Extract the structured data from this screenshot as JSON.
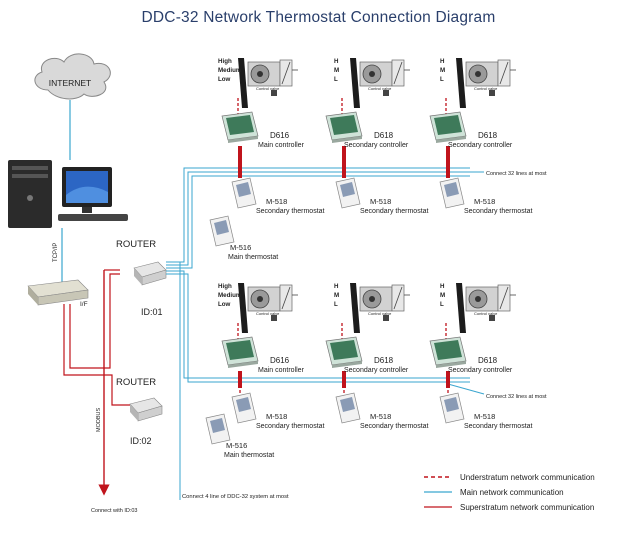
{
  "title": "DDC-32  Network Thermostat Connection Diagram",
  "internet": "INTERNET",
  "labels": {
    "tcpip": "TCP/IP",
    "iif": "I/F",
    "modbus": "MODBUS",
    "router1": "ROUTER",
    "router2": "ROUTER",
    "id1": "ID:01",
    "id2": "ID:02",
    "connect_id3": "Connect with ID:03",
    "connect_4line": "Connect 4 line of DDC-32 system at most",
    "connect_32_top": "Connect 32 lines at most",
    "connect_32_bottom": "Connect 32 lines at most",
    "control_valve": "Control valve"
  },
  "fan_speed": {
    "full": [
      "High",
      "Medium",
      "Low"
    ],
    "short": [
      "H",
      "M",
      "L"
    ]
  },
  "controllers": {
    "main_model": "D616",
    "main_name": "Main controller",
    "secondary_model": "D618",
    "secondary_name": "Secondary controller"
  },
  "thermostats": {
    "main_model": "M-516",
    "main_name": "Main thermostat",
    "secondary_model": "M-518",
    "secondary_name": "Secondary thermostat"
  },
  "legend": [
    {
      "label": "Understratum network communication",
      "color": "#c0141c",
      "style": "dashed"
    },
    {
      "label": "Main network communication",
      "color": "#3aa6cf",
      "style": "solid"
    },
    {
      "label": "Superstratum network communication",
      "color": "#c0141c",
      "style": "solid"
    }
  ]
}
